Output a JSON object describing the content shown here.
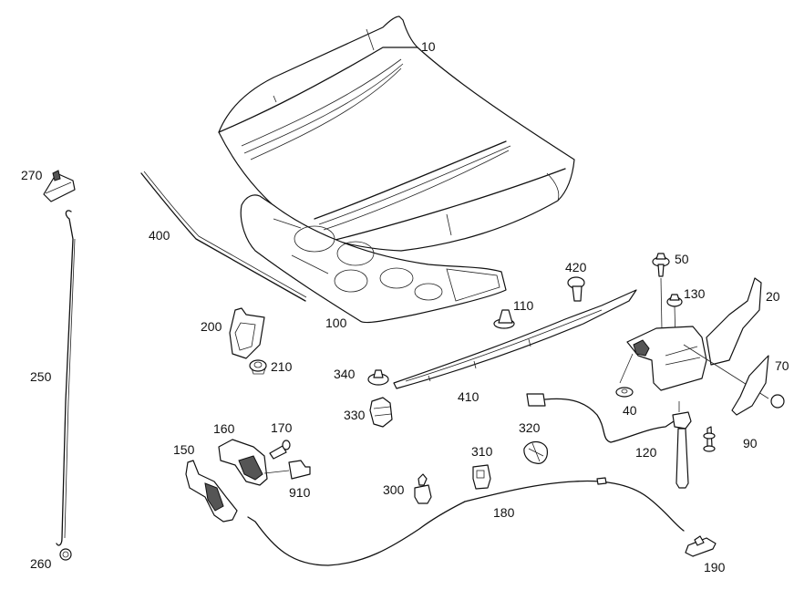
{
  "diagram": {
    "title": "",
    "subject": "Hood (bonnet) and hood latch assembly exploded parts diagram",
    "colors": {
      "line": "#111111",
      "background": "#ffffff"
    },
    "parts": [
      {
        "id": "10",
        "label": "10",
        "description": "hood panel"
      },
      {
        "id": "20",
        "label": "20",
        "description": "hood latch bracket"
      },
      {
        "id": "40",
        "label": "40",
        "description": "washer"
      },
      {
        "id": "50",
        "label": "50",
        "description": "bolt"
      },
      {
        "id": "70",
        "label": "70",
        "description": "latch cover"
      },
      {
        "id": "90",
        "label": "90",
        "description": "clip"
      },
      {
        "id": "100",
        "label": "100",
        "description": "hood inner panel"
      },
      {
        "id": "110",
        "label": "110",
        "description": "clip"
      },
      {
        "id": "120",
        "label": "120",
        "description": "latch sensor cable"
      },
      {
        "id": "130",
        "label": "130",
        "description": "nut"
      },
      {
        "id": "150",
        "label": "150",
        "description": "release lever"
      },
      {
        "id": "160",
        "label": "160",
        "description": "lever bracket"
      },
      {
        "id": "170",
        "label": "170",
        "description": "screw"
      },
      {
        "id": "180",
        "label": "180",
        "description": "release cable"
      },
      {
        "id": "190",
        "label": "190",
        "description": "cable end handle"
      },
      {
        "id": "200",
        "label": "200",
        "description": "bracket"
      },
      {
        "id": "210",
        "label": "210",
        "description": "nut"
      },
      {
        "id": "250",
        "label": "250",
        "description": "support rod"
      },
      {
        "id": "260",
        "label": "260",
        "description": "grommet"
      },
      {
        "id": "270",
        "label": "270",
        "description": "rod holder"
      },
      {
        "id": "300",
        "label": "300",
        "description": "cable clip"
      },
      {
        "id": "310",
        "label": "310",
        "description": "clip"
      },
      {
        "id": "320",
        "label": "320",
        "description": "clip"
      },
      {
        "id": "330",
        "label": "330",
        "description": "buffer"
      },
      {
        "id": "340",
        "label": "340",
        "description": "washer"
      },
      {
        "id": "400",
        "label": "400",
        "description": "seal strip"
      },
      {
        "id": "410",
        "label": "410",
        "description": "seal strip front"
      },
      {
        "id": "420",
        "label": "420",
        "description": "clip"
      },
      {
        "id": "910",
        "label": "910",
        "description": "connector"
      }
    ]
  }
}
